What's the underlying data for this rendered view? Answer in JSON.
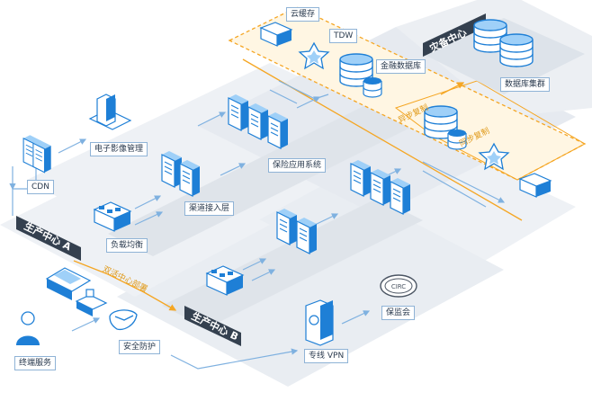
{
  "sites": {
    "prod_a": "生产中心 A",
    "prod_b": "生产中心 B",
    "backup": "灾备中心"
  },
  "labels": {
    "cdn": "CDN",
    "doc_image": "电子影像管理",
    "load_balance": "负载均衡",
    "channel_access": "渠道接入层",
    "insurance_app": "保险应用系统",
    "cloud_cache": "云缓存",
    "tdw": "TDW",
    "finance_db": "金融数据库",
    "db_cluster": "数据库集群",
    "terminal": "终端服务",
    "security": "安全防护",
    "vpn": "专线 VPN",
    "circ": "保监会"
  },
  "ribbons": {
    "dual_active": "双活中心部署",
    "async_copy": "异步复制",
    "sync_copy": "同步复制"
  },
  "icons": {
    "circ_badge": "CIRC"
  },
  "colors": {
    "accent": "#f5a623",
    "platform": "#e9edf2",
    "band": "#dde3ea",
    "server_blue": "#1e7fd6",
    "site_tag": "#34404f",
    "label_border": "#8fb3d6"
  }
}
